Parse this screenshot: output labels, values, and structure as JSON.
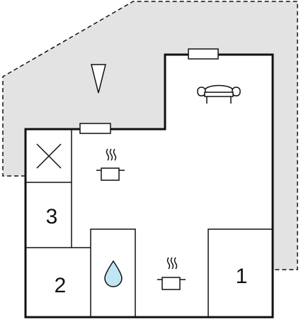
{
  "colors": {
    "exterior_fill": "#e3e3e3",
    "wall": "#111111",
    "background": "#ffffff",
    "water": "#bfe6f2"
  },
  "rooms": [
    {
      "label": "1"
    },
    {
      "label": "2"
    },
    {
      "label": "3"
    }
  ],
  "icons": [
    "north-arrow-icon",
    "sofa-icon",
    "cooking-pot-icon",
    "closed-room-cross-icon",
    "water-drop-icon",
    "window-icon"
  ]
}
